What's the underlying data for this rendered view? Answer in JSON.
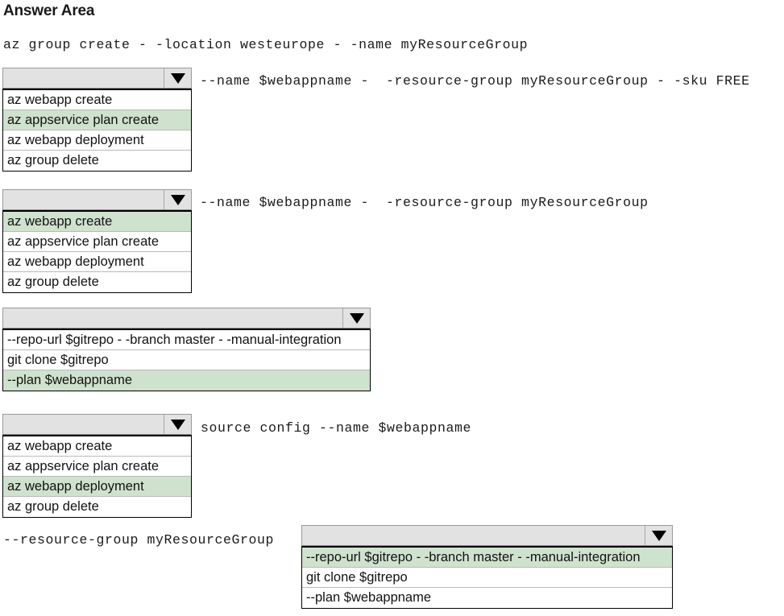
{
  "page": {
    "title": "Answer Area"
  },
  "lines": {
    "line1": "az group create - -location westeurope - -name myResourceGroup",
    "after_combo1": "--name $webappname -  -resource-group myResourceGroup - -sku FREE",
    "after_combo2": "--name $webappname -  -resource-group myResourceGroup",
    "after_combo4": "source config --name $webappname",
    "before_combo5": "--resource-group myResourceGroup"
  },
  "combos": [
    {
      "id": "combo-1",
      "value": "",
      "arrow_icon": "chevron-down-icon",
      "options": [
        {
          "label": "az webapp create",
          "selected": false
        },
        {
          "label": "az appservice plan create",
          "selected": true
        },
        {
          "label": "az webapp deployment",
          "selected": false
        },
        {
          "label": "az group delete",
          "selected": false
        }
      ]
    },
    {
      "id": "combo-2",
      "value": "",
      "arrow_icon": "chevron-down-icon",
      "options": [
        {
          "label": "az webapp create",
          "selected": true
        },
        {
          "label": "az appservice plan create",
          "selected": false
        },
        {
          "label": "az webapp deployment",
          "selected": false
        },
        {
          "label": "az group delete",
          "selected": false
        }
      ]
    },
    {
      "id": "combo-3",
      "value": "",
      "arrow_icon": "chevron-down-icon",
      "options": [
        {
          "label": "--repo-url $gitrepo - -branch master - -manual-integration",
          "selected": false
        },
        {
          "label": "git clone $gitrepo",
          "selected": false
        },
        {
          "label": "--plan $webappname",
          "selected": true
        }
      ]
    },
    {
      "id": "combo-4",
      "value": "",
      "arrow_icon": "chevron-down-icon",
      "options": [
        {
          "label": "az webapp create",
          "selected": false
        },
        {
          "label": "az appservice plan create",
          "selected": false
        },
        {
          "label": "az webapp deployment",
          "selected": true
        },
        {
          "label": "az group delete",
          "selected": false
        }
      ]
    },
    {
      "id": "combo-5",
      "value": "",
      "arrow_icon": "chevron-down-icon",
      "options": [
        {
          "label": "--repo-url $gitrepo - -branch master - -manual-integration",
          "selected": true
        },
        {
          "label": "git clone $gitrepo",
          "selected": false
        },
        {
          "label": "--plan $webappname",
          "selected": false
        }
      ]
    }
  ],
  "colors": {
    "selected_option_bg": "#cfe2cd",
    "combo_head_bg": "#e2e2e2",
    "border": "#000000",
    "text": "#121212"
  }
}
